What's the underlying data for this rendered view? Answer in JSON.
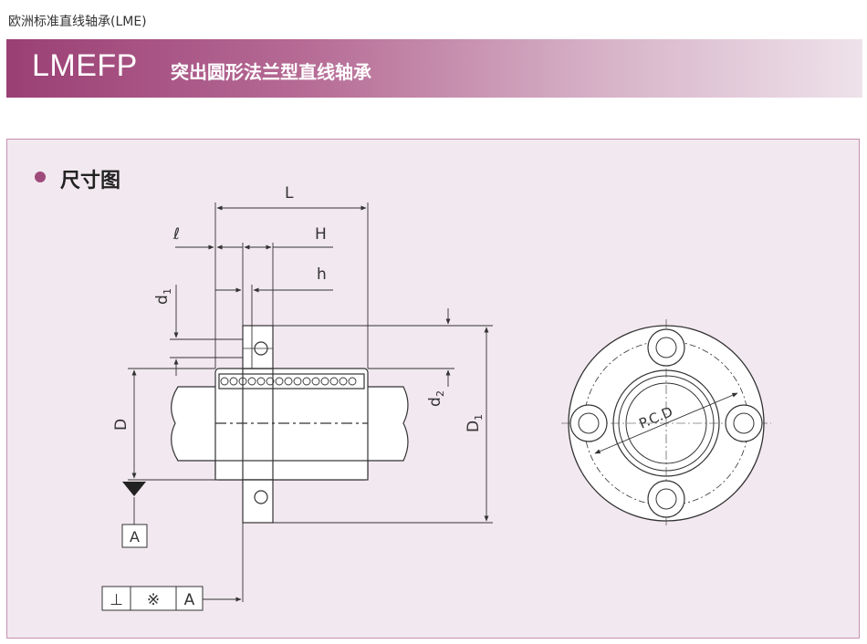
{
  "breadcrumb": "欧洲标准直线轴承(LME)",
  "header": {
    "model": "LMEFP",
    "subtitle": "突出圆形法兰型直线轴承"
  },
  "section": {
    "title": "尺寸图"
  },
  "drawing": {
    "labels": {
      "L": "L",
      "l": "ℓ",
      "H": "H",
      "h": "h",
      "d1": "d",
      "d1_sub": "1",
      "d2": "d",
      "d2_sub": "2",
      "D": "D",
      "D1": "D",
      "D1_sub": "1",
      "datum": "A",
      "pcd": "P.C.D"
    },
    "tolerance_frame": {
      "symbol": "⊥",
      "value": "※",
      "datum": "A"
    }
  },
  "colors": {
    "banner_start": "#9a3f74",
    "banner_end": "#eee2ea",
    "panel_bg": "#f2e8ef",
    "panel_border": "#c690b1",
    "bullet": "#9e4b7c"
  }
}
